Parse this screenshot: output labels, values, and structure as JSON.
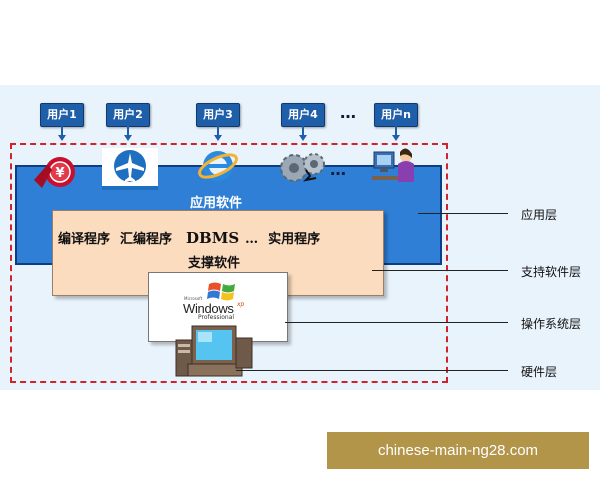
{
  "users": [
    {
      "label": "用户1"
    },
    {
      "label": "用户2"
    },
    {
      "label": "用户3"
    },
    {
      "label": "用户4"
    },
    {
      "label": "用户n"
    }
  ],
  "user_ellipsis": "…",
  "icon_ellipsis": "…",
  "layers": {
    "app": {
      "title": "应用软件"
    },
    "support": {
      "items": [
        "编译程序",
        "汇编程序",
        "DBMS",
        "…",
        "实用程序"
      ],
      "title": "支撑软件"
    },
    "os": {
      "brand_small": "Microsoft",
      "brand": "Windows",
      "brand_sup": "xp",
      "edition": "Professional"
    }
  },
  "layer_labels": {
    "app": "应用层",
    "support": "支持软件层",
    "os": "操作系统层",
    "hardware": "硬件层"
  },
  "icons": [
    "yen-bank-icon",
    "airplane-icon",
    "ie-browser-icon",
    "gears-icon",
    "computer-user-icon",
    "desktop-computer-icon"
  ],
  "watermark": "chinese-main-ng28.com",
  "colors": {
    "user_box": "#1f5ea8",
    "app_layer": "#2f7fd6",
    "support_layer": "#fcdcbf",
    "frame": "#d2222a",
    "background": "#e9f3fb",
    "watermark": "#b3954a"
  }
}
